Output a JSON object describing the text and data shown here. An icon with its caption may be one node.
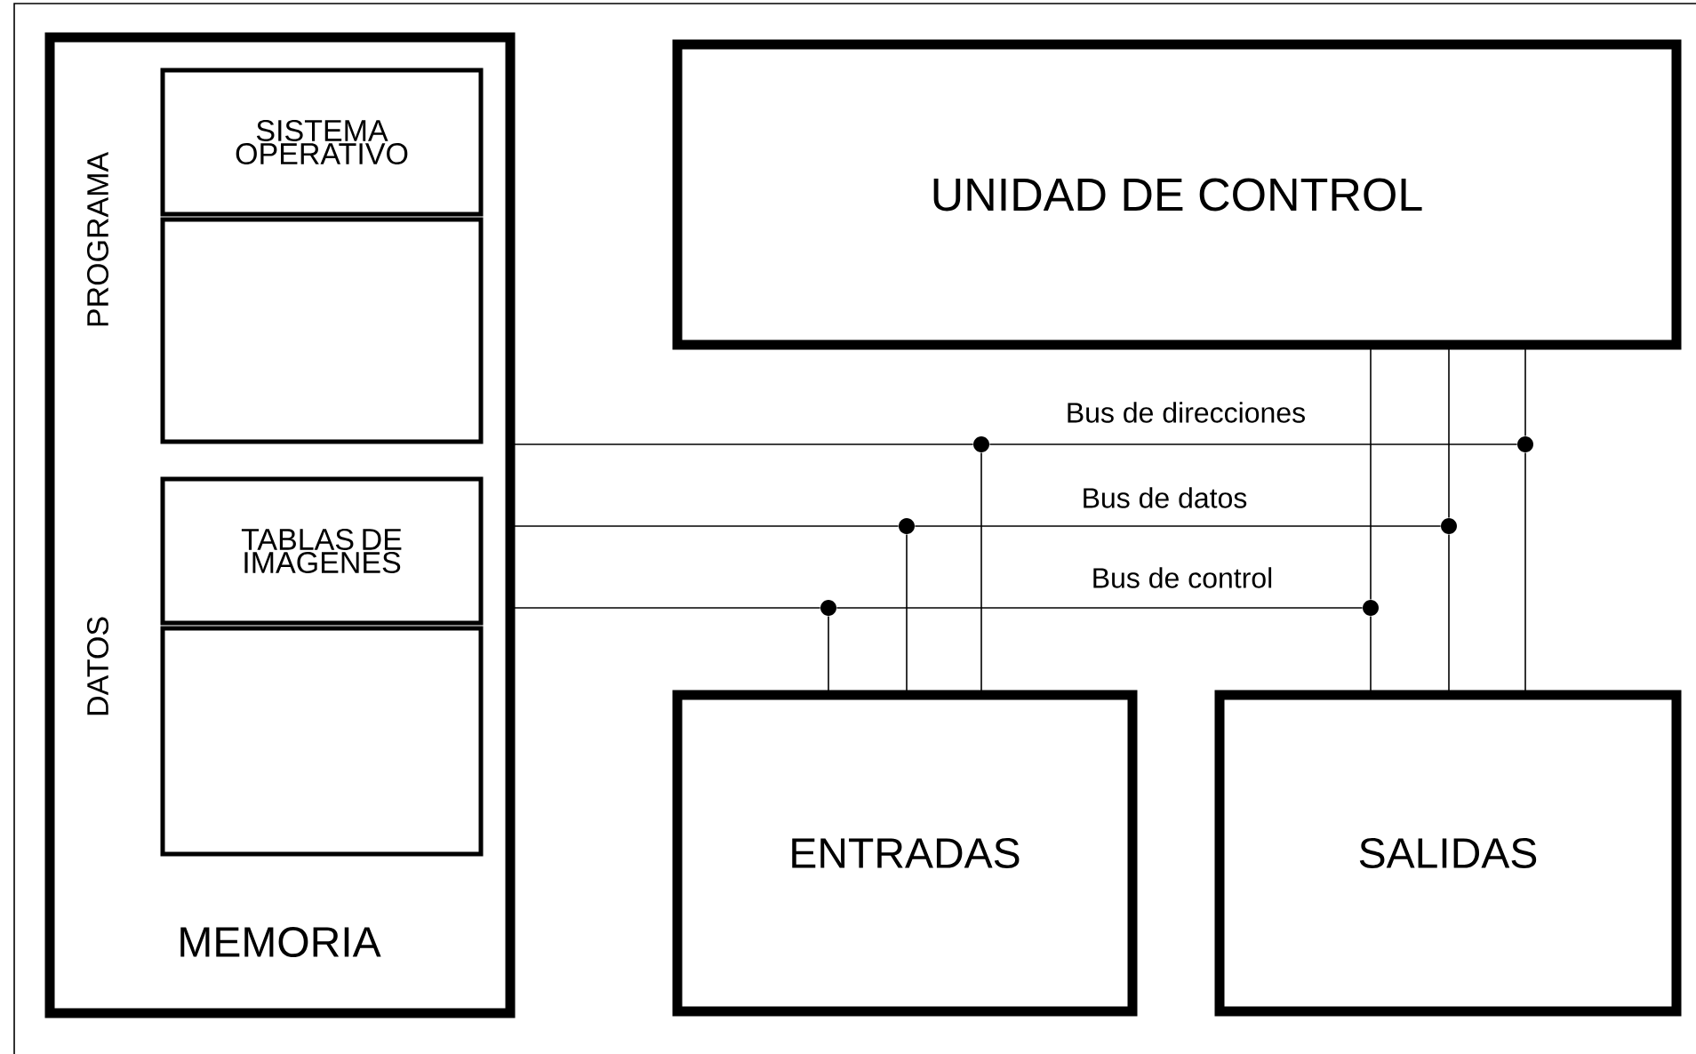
{
  "diagram": {
    "nodes": [
      {
        "text": [
          "MEMORIA"
        ]
      },
      {
        "text": [
          "SISTEMA OPERATIVO"
        ],
        "in": 0
      },
      {
        "text": [],
        "shape": "box",
        "in": 0
      },
      {
        "text": [
          "TABLAS DE IMAGENES"
        ],
        "in": 0
      },
      {
        "text": [],
        "shape": "box",
        "in": 0
      },
      {
        "text": [
          "UNIDAD DE CONTROL"
        ]
      },
      {
        "text": [
          "ENTRADAS"
        ]
      },
      {
        "text": [
          "SALIDAS"
        ]
      },
      {
        "text": [],
        "shape": "circle"
      },
      {
        "text": [],
        "shape": "circle"
      },
      {
        "text": [],
        "shape": "circle"
      },
      {
        "text": [],
        "shape": "circle"
      },
      {
        "text": [],
        "shape": "circle"
      },
      {
        "text": [],
        "shape": "circle"
      }
    ],
    "edges": [
      {
        "from": 0,
        "to": 10,
        "arrow": "none"
      },
      {
        "from": 10,
        "to": 13,
        "arrow": "none",
        "label": "Bus de direcciones"
      },
      {
        "from": 0,
        "to": 9,
        "arrow": "none"
      },
      {
        "from": 9,
        "to": 12,
        "arrow": "none",
        "label": "Bus de datos"
      },
      {
        "from": 0,
        "to": 8,
        "arrow": "none"
      },
      {
        "from": 8,
        "to": 11,
        "arrow": "none",
        "label": "Bus de control"
      },
      {
        "from": 6,
        "to": 8,
        "arrow": "none"
      },
      {
        "from": 6,
        "to": 9,
        "arrow": "none"
      },
      {
        "from": 6,
        "to": 10,
        "arrow": "none"
      },
      {
        "from": 5,
        "to": 11,
        "arrow": "none"
      },
      {
        "from": 11,
        "to": 7,
        "arrow": "none"
      },
      {
        "from": 5,
        "to": 12,
        "arrow": "none"
      },
      {
        "from": 12,
        "to": 7,
        "arrow": "none"
      },
      {
        "from": 5,
        "to": 13,
        "arrow": "none"
      },
      {
        "from": 13,
        "to": 7,
        "arrow": "none"
      }
    ],
    "labels": [
      "PROGRAMA",
      "DATOS"
    ]
  }
}
